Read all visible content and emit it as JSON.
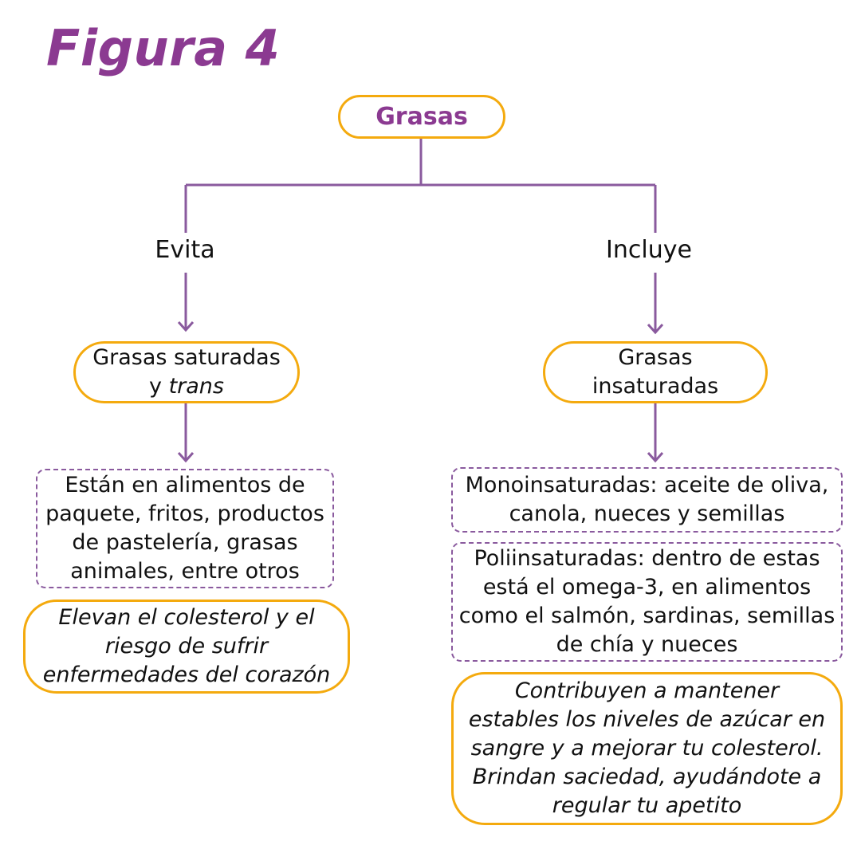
{
  "figure_title": "Figura 4",
  "root": "Grasas",
  "branches": {
    "left": {
      "label": "Evita",
      "category_line1": "Grasas saturadas",
      "category_y": "y ",
      "category_italic": "trans",
      "detail": "Están en alimentos de\npaquete, fritos, productos\nde pastelería, grasas\nanimales, entre otros",
      "effect": "Elevan el colesterol y el\nriesgo de sufrir\nenfermedades del corazón"
    },
    "right": {
      "label": "Incluye",
      "category": "Grasas\ninsaturadas",
      "detail_mono": "Monoinsaturadas: aceite de oliva,\ncanola, nueces y semillas",
      "detail_poly": "Poliinsaturadas: dentro de estas\nestá el omega-3, en alimentos\ncomo el salmón, sardinas, semillas\nde chía y nueces",
      "effect": "Contribuyen a mantener\nestables los niveles de azúcar en\nsangre y a mejorar tu colesterol.\nBrindan saciedad, ayudándote a\nregular tu apetito"
    }
  },
  "colors": {
    "title": "#8b3a91",
    "connector": "#8a5a9e",
    "solid_border": "#f4aa0e",
    "dashed_border": "#8a5a9e"
  }
}
